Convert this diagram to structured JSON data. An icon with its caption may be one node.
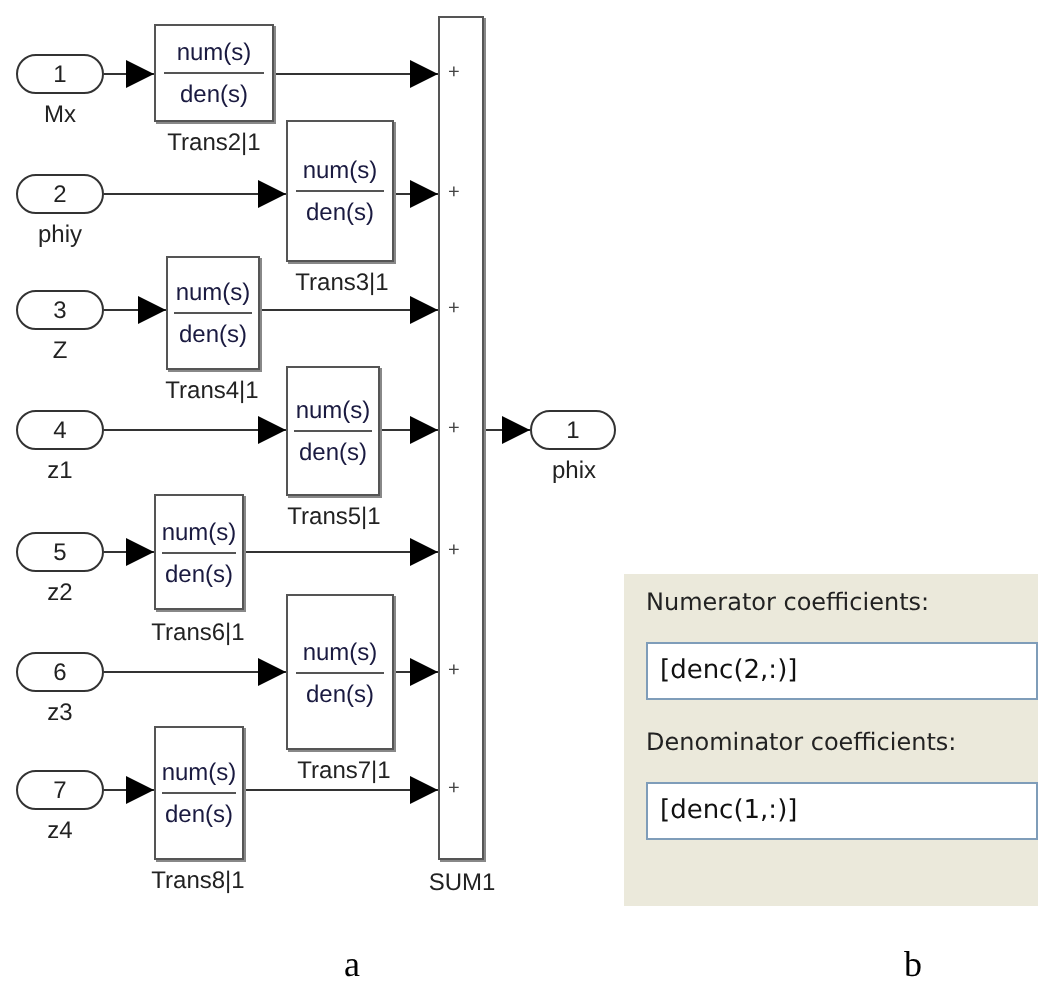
{
  "diagram": {
    "nodes": [
      {
        "text": [
          "1"
        ],
        "beside": [
          "Mx"
        ]
      },
      {
        "text": [
          "num(s)",
          "den(s)"
        ],
        "beside": [
          "Trans2|1"
        ]
      },
      {
        "text": [
          "2"
        ],
        "beside": [
          "phiy"
        ]
      },
      {
        "text": [
          "num(s)",
          "den(s)"
        ],
        "beside": [
          "Trans3|1"
        ]
      },
      {
        "text": [
          "3"
        ],
        "beside": [
          "Z"
        ]
      },
      {
        "text": [
          "num(s)",
          "den(s)"
        ],
        "beside": [
          "Trans4|1"
        ]
      },
      {
        "text": [
          "4"
        ],
        "beside": [
          "z1"
        ]
      },
      {
        "text": [
          "num(s)",
          "den(s)"
        ],
        "beside": [
          "Trans5|1"
        ]
      },
      {
        "text": [
          "5"
        ],
        "beside": [
          "z2"
        ]
      },
      {
        "text": [
          "num(s)",
          "den(s)"
        ],
        "beside": [
          "Trans6|1"
        ]
      },
      {
        "text": [
          "6"
        ],
        "beside": [
          "z3"
        ]
      },
      {
        "text": [
          "num(s)",
          "den(s)"
        ],
        "beside": [
          "Trans7|1"
        ]
      },
      {
        "text": [
          "7"
        ],
        "beside": [
          "z4"
        ]
      },
      {
        "text": [
          "num(s)",
          "den(s)"
        ],
        "beside": [
          "Trans8|1"
        ]
      },
      {
        "text": [
          "+",
          "+",
          "+",
          "+",
          "+",
          "+",
          "+"
        ],
        "beside": [
          "SUM1"
        ]
      },
      {
        "text": [
          "1"
        ],
        "beside": [
          "phix"
        ]
      },
      {
        "text": [
          "Numerator coefficients:",
          "[denc(2,:)]",
          "Denominator coefficients:",
          "[denc(1,:)]"
        ]
      }
    ],
    "edges": [
      {
        "from": 0,
        "to": 1,
        "arrow": "to"
      },
      {
        "from": 1,
        "to": 14,
        "arrow": "to"
      },
      {
        "from": 2,
        "to": 3,
        "arrow": "to"
      },
      {
        "from": 3,
        "to": 14,
        "arrow": "to"
      },
      {
        "from": 4,
        "to": 5,
        "arrow": "to"
      },
      {
        "from": 5,
        "to": 14,
        "arrow": "to"
      },
      {
        "from": 6,
        "to": 7,
        "arrow": "to"
      },
      {
        "from": 7,
        "to": 14,
        "arrow": "to"
      },
      {
        "from": 8,
        "to": 9,
        "arrow": "to"
      },
      {
        "from": 9,
        "to": 14,
        "arrow": "to"
      },
      {
        "from": 10,
        "to": 11,
        "arrow": "to"
      },
      {
        "from": 11,
        "to": 14,
        "arrow": "to"
      },
      {
        "from": 12,
        "to": 13,
        "arrow": "to"
      },
      {
        "from": 13,
        "to": 14,
        "arrow": "to"
      },
      {
        "from": 14,
        "to": 15,
        "arrow": "to"
      }
    ],
    "labels": [
      "a",
      "b"
    ]
  }
}
